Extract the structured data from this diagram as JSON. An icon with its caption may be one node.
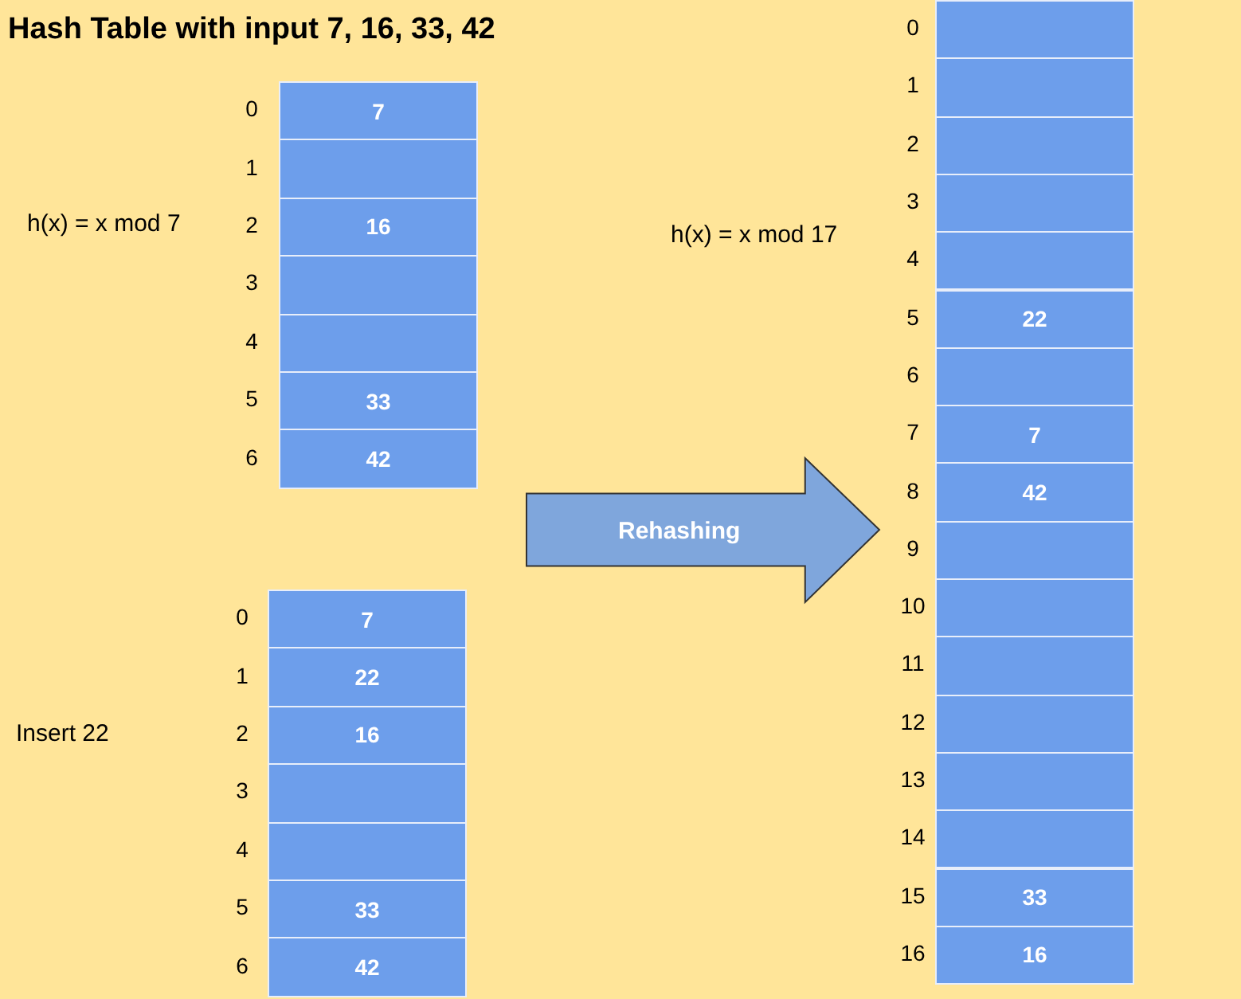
{
  "diagram": {
    "title": "Hash Table with input 7, 16, 33, 42",
    "nodes": [
      {
        "text": [
          "7"
        ],
        "beside": [
          "0"
        ]
      },
      {
        "text": [],
        "shape": "box",
        "beside": [
          "1"
        ]
      },
      {
        "text": [
          "16"
        ],
        "beside": [
          "2"
        ]
      },
      {
        "text": [],
        "shape": "box",
        "beside": [
          "3"
        ]
      },
      {
        "text": [],
        "shape": "box",
        "beside": [
          "4"
        ]
      },
      {
        "text": [
          "33"
        ],
        "beside": [
          "5"
        ]
      },
      {
        "text": [
          "42"
        ],
        "beside": [
          "6"
        ]
      },
      {
        "text": [
          "7"
        ],
        "beside": [
          "0"
        ]
      },
      {
        "text": [
          "22"
        ],
        "beside": [
          "1"
        ]
      },
      {
        "text": [
          "16"
        ],
        "beside": [
          "2"
        ]
      },
      {
        "text": [],
        "shape": "box",
        "beside": [
          "3"
        ]
      },
      {
        "text": [],
        "shape": "box",
        "beside": [
          "4"
        ]
      },
      {
        "text": [
          "33"
        ],
        "beside": [
          "5"
        ]
      },
      {
        "text": [
          "42"
        ],
        "beside": [
          "6"
        ]
      },
      {
        "text": [],
        "shape": "box",
        "beside": [
          "0"
        ]
      },
      {
        "text": [],
        "shape": "box",
        "beside": [
          "1"
        ]
      },
      {
        "text": [],
        "shape": "box",
        "beside": [
          "2"
        ]
      },
      {
        "text": [],
        "shape": "box",
        "beside": [
          "3"
        ]
      },
      {
        "text": [],
        "shape": "box",
        "beside": [
          "4"
        ]
      },
      {
        "text": [
          "22"
        ],
        "beside": [
          "5"
        ]
      },
      {
        "text": [],
        "shape": "box",
        "beside": [
          "6"
        ]
      },
      {
        "text": [
          "7"
        ],
        "beside": [
          "7"
        ]
      },
      {
        "text": [
          "42"
        ],
        "beside": [
          "8"
        ]
      },
      {
        "text": [],
        "shape": "box",
        "beside": [
          "9"
        ]
      },
      {
        "text": [],
        "shape": "box",
        "beside": [
          "10"
        ]
      },
      {
        "text": [],
        "shape": "box",
        "beside": [
          "11"
        ]
      },
      {
        "text": [],
        "shape": "box",
        "beside": [
          "12"
        ]
      },
      {
        "text": [],
        "shape": "box",
        "beside": [
          "13"
        ]
      },
      {
        "text": [],
        "shape": "box",
        "beside": [
          "14"
        ]
      },
      {
        "text": [
          "33"
        ],
        "beside": [
          "15"
        ]
      },
      {
        "text": [
          "16"
        ],
        "beside": [
          "16"
        ]
      },
      {
        "text": [
          "Rehashing"
        ]
      }
    ],
    "labels": [
      "h(x) = x mod 7",
      "h(x) = x mod 17",
      "Insert 22"
    ]
  }
}
